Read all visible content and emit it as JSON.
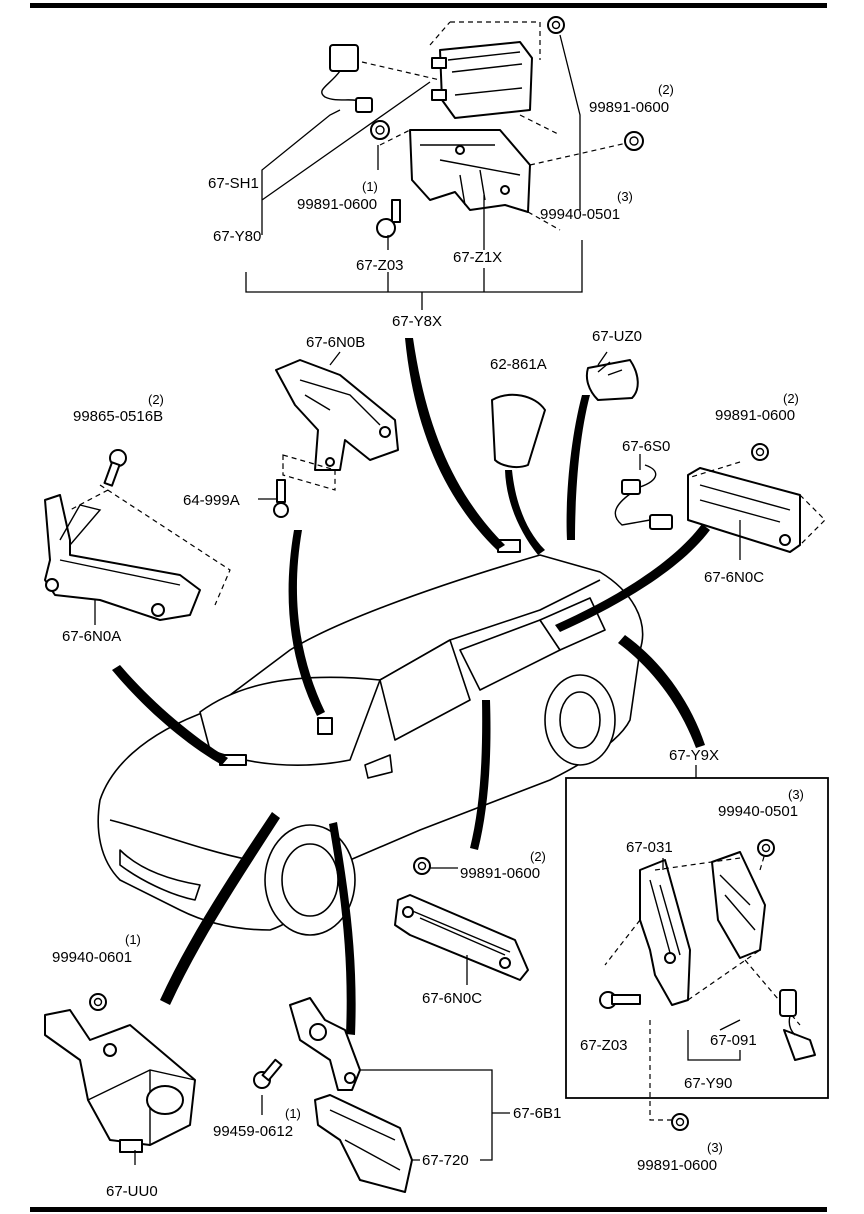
{
  "labels": {
    "sh1": "67-SH1",
    "y80": "67-Y80",
    "p99891_0600_top": "99891-0600",
    "p99891_0600_top_qty": "(1)",
    "z03_top": "67-Z03",
    "z1x": "67-Z1X",
    "p99940_0501_top": "99940-0501",
    "p99940_0501_top_qty": "(3)",
    "p99891_0600_tr": "99891-0600",
    "p99891_0600_tr_qty": "(2)",
    "y8x": "67-Y8X",
    "n0b": "67-6N0B",
    "uz0": "67-UZ0",
    "p861a": "62-861A",
    "s0": "67-6S0",
    "p99891_0600_r": "99891-0600",
    "p99891_0600_r_qty": "(2)",
    "n0c_r": "67-6N0C",
    "p99865_0516b": "99865-0516B",
    "p99865_0516b_qty": "(2)",
    "p64_999a": "64-999A",
    "n0a": "67-6N0A",
    "y9x": "67-Y9X",
    "p99940_0501_box": "99940-0501",
    "p99940_0501_box_qty": "(3)",
    "p031": "67-031",
    "z03_box": "67-Z03",
    "p091": "67-091",
    "y90": "67-Y90",
    "p99891_0600_bot": "99891-0600",
    "p99891_0600_bot_qty": "(3)",
    "p99891_0600_mid": "99891-0600",
    "p99891_0600_mid_qty": "(2)",
    "n0c_mid": "67-6N0C",
    "p99940_0601": "99940-0601",
    "p99940_0601_qty": "(1)",
    "uu0": "67-UU0",
    "p99459_0612": "99459-0612",
    "p99459_0612_qty": "(1)",
    "b1": "67-6B1",
    "p720": "67-720"
  }
}
